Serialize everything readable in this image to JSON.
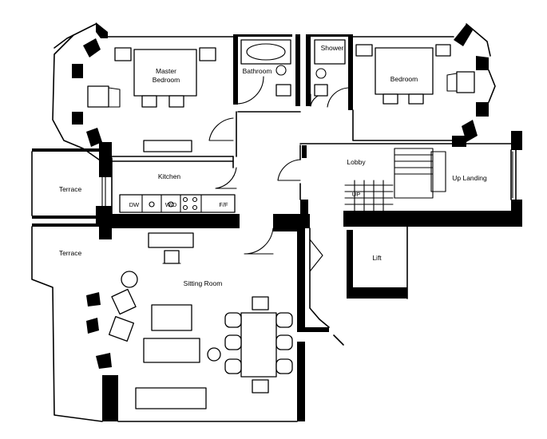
{
  "rooms": {
    "master_bedroom": [
      "Master",
      "Bedroom"
    ],
    "bathroom": "Bathroom",
    "shower": "Shower",
    "bedroom": "Bedroom",
    "kitchen": "Kitchen",
    "terrace_top": "Terrace",
    "terrace_bottom": "Terrace",
    "lobby": "Lobby",
    "up_landing": "Up Landing",
    "lift": "Lift",
    "sitting_room": "Sitting Room"
  },
  "appliances": {
    "dishwasher": "DW",
    "washer_dryer": "W/D",
    "fridge_freezer": "F/F"
  },
  "stair_label": "UP"
}
